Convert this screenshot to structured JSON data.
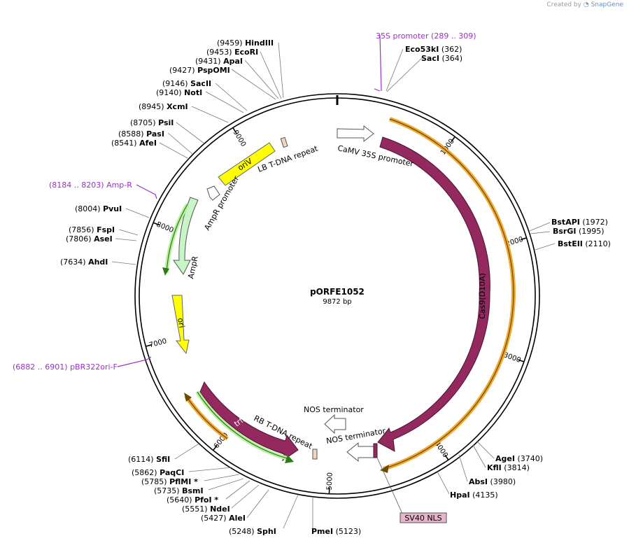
{
  "credit": {
    "prefix": "Created by",
    "brand": "SnapGene"
  },
  "plasmid": {
    "name": "pORFE1052",
    "length_label": "9872 bp",
    "length": 9872
  },
  "colors": {
    "cas9": "#93295e",
    "orange": "#f0a830",
    "yellow": "#ffff00",
    "green": "#c8f5c8",
    "primer": "#9b30c8",
    "trfA": "#93295e",
    "sv40": "#e5b5cc"
  },
  "ticks": [
    {
      "bp": 1000,
      "label": "1000"
    },
    {
      "bp": 2000,
      "label": "2000"
    },
    {
      "bp": 3000,
      "label": "3000"
    },
    {
      "bp": 4000,
      "label": "4000"
    },
    {
      "bp": 5000,
      "label": "5000"
    },
    {
      "bp": 6000,
      "label": "6000"
    },
    {
      "bp": 7000,
      "label": "7000"
    },
    {
      "bp": 8000,
      "label": "8000"
    },
    {
      "bp": 9000,
      "label": "9000"
    }
  ],
  "enzymes": [
    {
      "name": "HindIII",
      "pos": "(9459)"
    },
    {
      "name": "EcoRI",
      "pos": "(9453)"
    },
    {
      "name": "ApaI",
      "pos": "(9431)"
    },
    {
      "name": "PspOMI",
      "pos": "(9427)"
    },
    {
      "name": "SacII",
      "pos": "(9146)"
    },
    {
      "name": "NotI",
      "pos": "(9140)"
    },
    {
      "name": "XcmI",
      "pos": "(8945)"
    },
    {
      "name": "PsiI",
      "pos": "(8705)"
    },
    {
      "name": "PasI",
      "pos": "(8588)"
    },
    {
      "name": "AfeI",
      "pos": "(8541)"
    },
    {
      "name": "PvuI",
      "pos": "(8004)"
    },
    {
      "name": "FspI",
      "pos": "(7856)"
    },
    {
      "name": "AseI",
      "pos": "(7806)"
    },
    {
      "name": "AhdI",
      "pos": "(7634)"
    },
    {
      "name": "Eco53kI",
      "pos": "(362)"
    },
    {
      "name": "SacI",
      "pos": "(364)"
    },
    {
      "name": "BstAPI",
      "pos": "(1972)"
    },
    {
      "name": "BsrGI",
      "pos": "(1995)"
    },
    {
      "name": "BstEII",
      "pos": "(2110)"
    },
    {
      "name": "AgeI",
      "pos": "(3740)"
    },
    {
      "name": "KflI",
      "pos": "(3814)"
    },
    {
      "name": "AbsI",
      "pos": "(3980)"
    },
    {
      "name": "HpaI",
      "pos": "(4135)"
    },
    {
      "name": "PmeI",
      "pos": "(5123)"
    },
    {
      "name": "SphI",
      "pos": "(5248)"
    },
    {
      "name": "AleI",
      "pos": "(5427)"
    },
    {
      "name": "NdeI",
      "pos": "(5551)"
    },
    {
      "name": "PfoI *",
      "pos": "(5640)"
    },
    {
      "name": "BsmI",
      "pos": "(5735)"
    },
    {
      "name": "PflMI *",
      "pos": "(5785)"
    },
    {
      "name": "PaqCI",
      "pos": "(5862)"
    },
    {
      "name": "SfiI",
      "pos": "(6114)"
    }
  ],
  "primers": [
    {
      "name": "35S promoter",
      "range": "(289 .. 309)"
    },
    {
      "name": "Amp-R",
      "range": "(8184 .. 8203)"
    },
    {
      "name": "pBR322ori-F",
      "range": "(6882 .. 6901)"
    }
  ],
  "features": [
    {
      "name": "CaMV 35S promoter"
    },
    {
      "name": "Cas9(D10A)"
    },
    {
      "name": "NOS terminator"
    },
    {
      "name": "NOS terminator"
    },
    {
      "name": "RB T-DNA repeat"
    },
    {
      "name": "trfA"
    },
    {
      "name": "ori"
    },
    {
      "name": "AmpR"
    },
    {
      "name": "AmpR promoter"
    },
    {
      "name": "oriV"
    },
    {
      "name": "LB T-DNA repeat"
    },
    {
      "name": "SV40 NLS"
    }
  ]
}
